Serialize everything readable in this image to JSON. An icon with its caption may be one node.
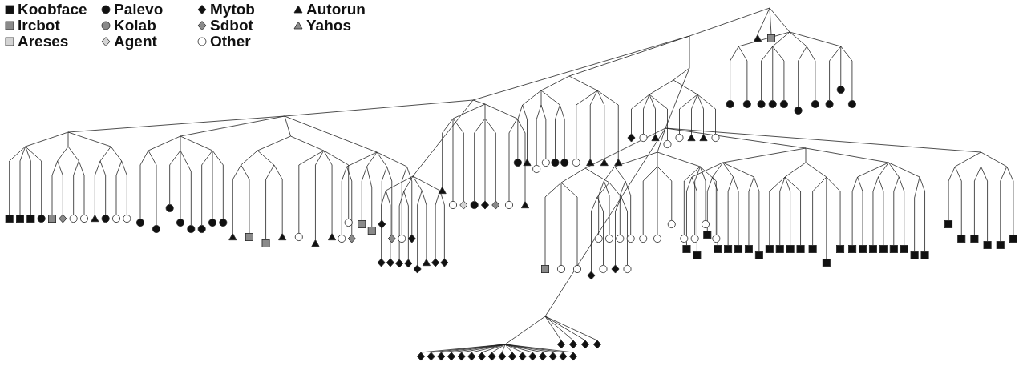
{
  "diagram": {
    "legend": [
      {
        "text": "Koobface"
      },
      {
        "text": "Palevo"
      },
      {
        "text": "Mytob"
      },
      {
        "text": "Autorun"
      },
      {
        "text": "Ircbot"
      },
      {
        "text": "Kolab"
      },
      {
        "text": "Sdbot"
      },
      {
        "text": "Yahos"
      },
      {
        "text": "Areses"
      },
      {
        "text": "Agent"
      },
      {
        "text": "Other"
      }
    ]
  }
}
